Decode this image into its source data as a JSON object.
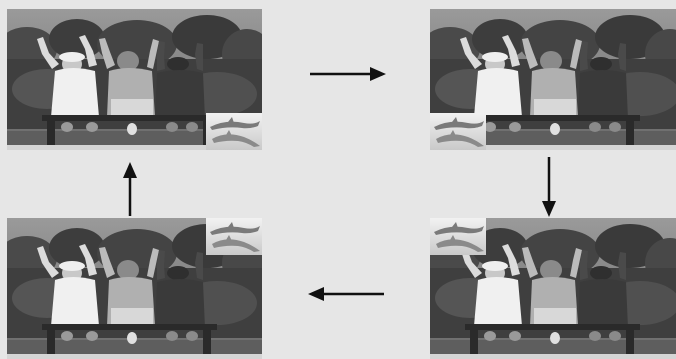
{
  "diagram": {
    "type": "picture-in-picture-position-cycle",
    "main_picture": "people-on-bench-photo",
    "inset_picture": "dolphins-photo",
    "screens": [
      {
        "position": "top-left",
        "inset_corner": "bottom-right"
      },
      {
        "position": "top-right",
        "inset_corner": "bottom-left"
      },
      {
        "position": "bottom-right",
        "inset_corner": "top-left"
      },
      {
        "position": "bottom-left",
        "inset_corner": "top-right"
      }
    ],
    "arrows": [
      "right",
      "down",
      "left",
      "up"
    ],
    "colors": {
      "background": "#e6e6e6",
      "arrow": "#111111"
    }
  }
}
